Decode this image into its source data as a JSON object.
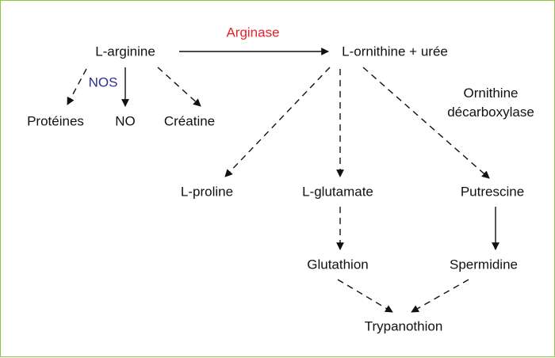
{
  "diagram": {
    "nodes": {
      "l_arginine": "L-arginine",
      "l_ornithine_uree": "L-ornithine + urée",
      "proteines": "Protéines",
      "no": "NO",
      "creatine": "Créatine",
      "l_proline": "L-proline",
      "l_glutamate": "L-glutamate",
      "putrescine": "Putrescine",
      "glutathion": "Glutathion",
      "spermidine": "Spermidine",
      "trypanothion": "Trypanothion"
    },
    "enzymes": {
      "arginase": "Arginase",
      "nos": "NOS",
      "ornithine_decarboxylase_line1": "Ornithine",
      "ornithine_decarboxylase_line2": "décarboxylase"
    },
    "edges": [
      {
        "from": "L-arginine",
        "to": "L-ornithine + urée",
        "style": "solid",
        "label": "Arginase"
      },
      {
        "from": "L-arginine",
        "to": "Protéines",
        "style": "dashed"
      },
      {
        "from": "L-arginine",
        "to": "NO",
        "style": "solid",
        "label": "NOS"
      },
      {
        "from": "L-arginine",
        "to": "Créatine",
        "style": "dashed"
      },
      {
        "from": "L-ornithine + urée",
        "to": "L-proline",
        "style": "dashed"
      },
      {
        "from": "L-ornithine + urée",
        "to": "L-glutamate",
        "style": "dashed"
      },
      {
        "from": "L-ornithine + urée",
        "to": "Putrescine",
        "style": "dashed",
        "label": "Ornithine décarboxylase"
      },
      {
        "from": "L-glutamate",
        "to": "Glutathion",
        "style": "dashed"
      },
      {
        "from": "Putrescine",
        "to": "Spermidine",
        "style": "solid"
      },
      {
        "from": "Glutathion",
        "to": "Trypanothion",
        "style": "dashed"
      },
      {
        "from": "Spermidine",
        "to": "Trypanothion",
        "style": "dashed"
      }
    ],
    "colors": {
      "frame": "#8cc63f",
      "enzyme_red": "#e8202a",
      "enzyme_blue": "#2b2f8f",
      "text": "#111111"
    }
  }
}
